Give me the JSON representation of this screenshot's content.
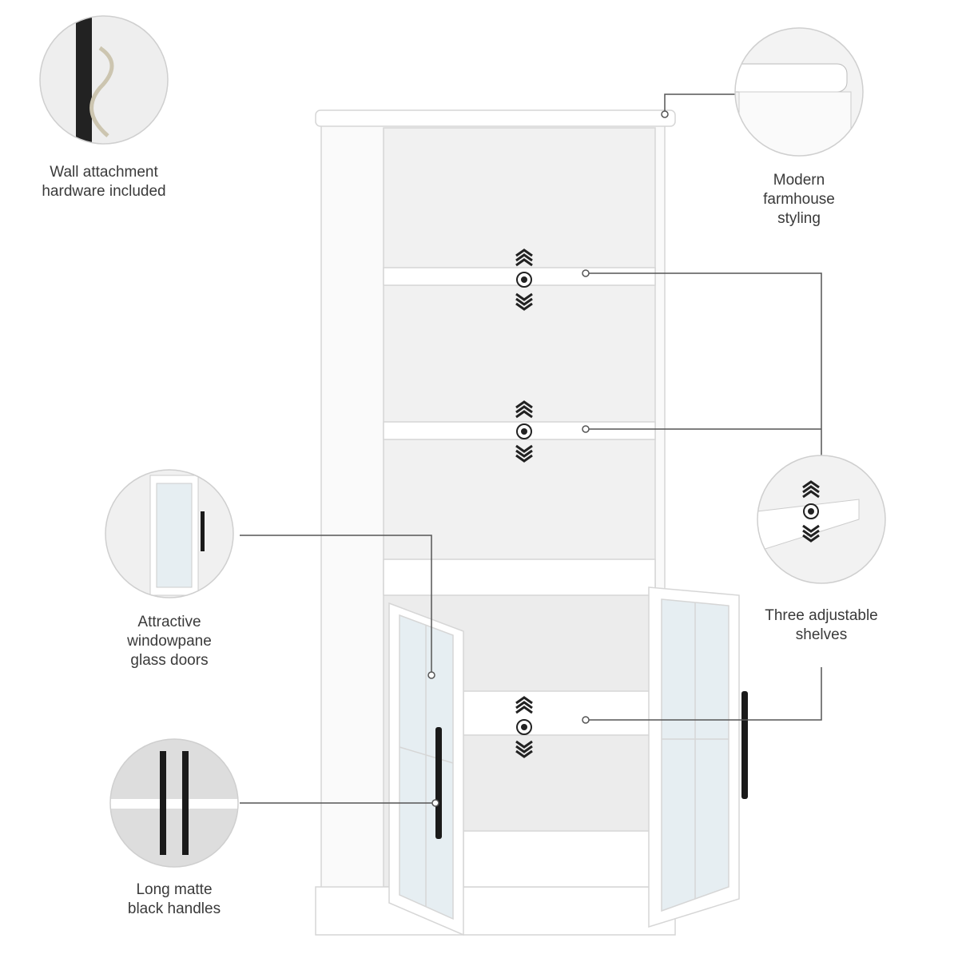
{
  "callouts": [
    {
      "id": "wall-attachment",
      "text": "Wall attachment\nhardware included"
    },
    {
      "id": "farmhouse-styling",
      "text": "Modern\nfarmhouse\nstyling"
    },
    {
      "id": "glass-doors",
      "text": "Attractive\nwindowpane\nglass doors"
    },
    {
      "id": "adjustable-shelves",
      "text": "Three adjustable\nshelves"
    },
    {
      "id": "handles",
      "text": "Long matte\nblack handles"
    }
  ],
  "colors": {
    "cabinet": "#ffffff",
    "outline": "#d8d8d8",
    "handle": "#1a1a1a",
    "leader_line": "#555555"
  }
}
